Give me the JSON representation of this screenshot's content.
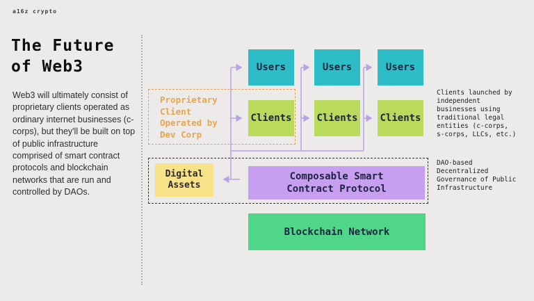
{
  "brand": "a16z crypto",
  "title": "The Future\nof Web3",
  "intro": "Web3 will ultimately consist of proprietary clients operated as ordinary internet businesses (c-corps), but they'll be built on top of public infrastructure comprised of smart contract protocols and blockchain networks that are run and controlled by DAOs.",
  "diagram": {
    "users": [
      "Users",
      "Users",
      "Users"
    ],
    "clients": [
      "Clients",
      "Clients",
      "Clients"
    ],
    "proprietary_client_label": "Proprietary\nClient\nOperated by\nDev Corp",
    "digital_assets": "Digital\nAssets",
    "protocol": "Composable Smart\nContract Protocol",
    "blockchain": "Blockchain Network",
    "annotations": {
      "clients_note": "Clients launched by\nindependent\nbusinesses using\ntraditional legal\nentities (c-corps,\ns-corps, LLCs, etc.)",
      "dao_note": "DAO-based\nDecentralized\nGovernance of Public\nInfrastructure"
    }
  },
  "colors": {
    "background": "#ECEBEA",
    "users_box": "#2CBDC7",
    "clients_box": "#B9DA5D",
    "digital_assets_box": "#F8E287",
    "protocol_box": "#C89EF1",
    "blockchain_box": "#4FD689",
    "connector": "#B9A3E2",
    "proprietary_outline": "#E2A254",
    "dao_outline": "#2E2E2E",
    "box_text": "#1B2540"
  }
}
